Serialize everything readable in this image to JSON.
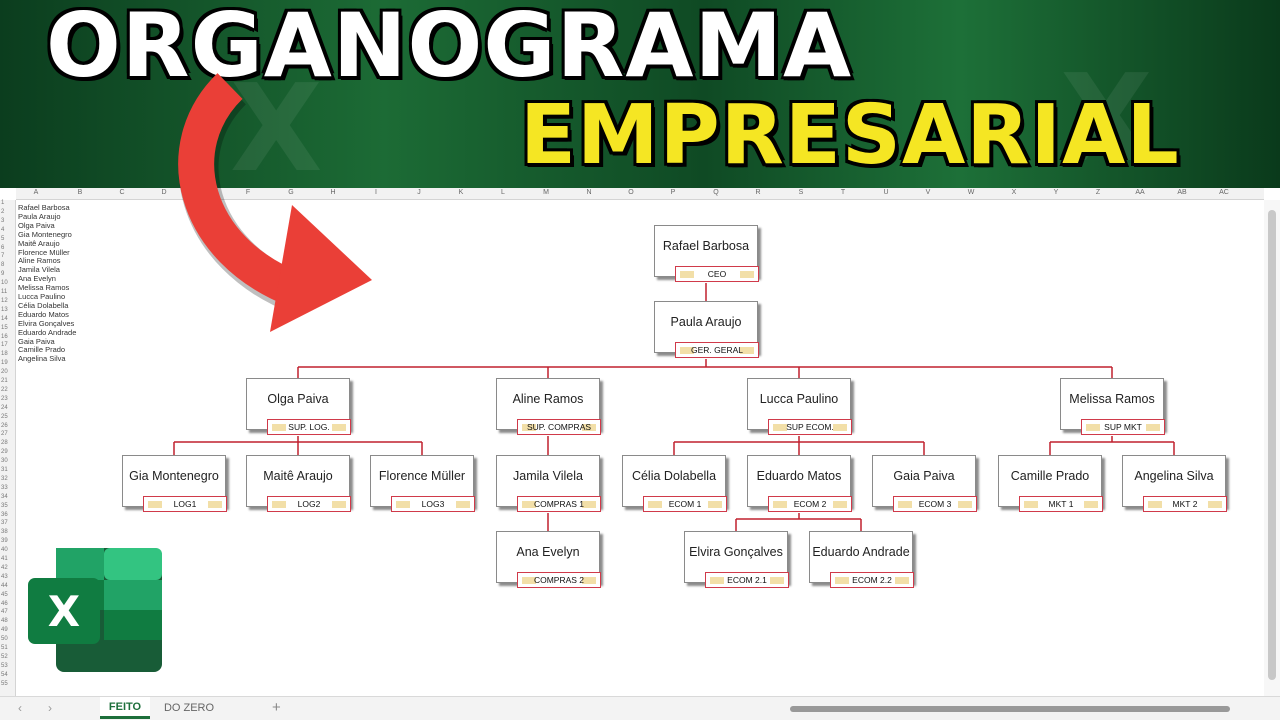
{
  "banner": {
    "line1": "ORGANOGRAMA",
    "line2": "EMPRESARIAL"
  },
  "colors": {
    "line": "#c0202e",
    "accent": "#f5e623",
    "arrow": "#ea3f37",
    "excel": "#1d6f3b"
  },
  "sheet": {
    "columns": [
      "A",
      "B",
      "C",
      "D",
      "E",
      "F",
      "G",
      "H",
      "I",
      "J",
      "K",
      "L",
      "M",
      "N",
      "O",
      "P",
      "Q",
      "R",
      "S",
      "T",
      "U",
      "V",
      "W",
      "X",
      "Y",
      "Z",
      "AA",
      "AB",
      "AC"
    ],
    "names": [
      "Rafael Barbosa",
      "Paula Araujo",
      "Olga Paiva",
      "Gia Montenegro",
      "Maitê Araujo",
      "Florence Müller",
      "Aline Ramos",
      "Jamila Vilela",
      "Ana Evelyn",
      "Melissa Ramos",
      "Lucca Paulino",
      "Célia Dolabella",
      "Eduardo Matos",
      "Elvira Gonçalves",
      "Eduardo Andrade",
      "Gaia Paiva",
      "Camille Prado",
      "Angelina Silva"
    ]
  },
  "org": {
    "ceo": {
      "name": "Rafael Barbosa",
      "role": "CEO"
    },
    "gerente": {
      "name": "Paula Araujo",
      "role": "GER. GERAL"
    },
    "sup_log": {
      "name": "Olga Paiva",
      "role": "SUP. LOG."
    },
    "sup_compras": {
      "name": "Aline Ramos",
      "role": "SUP. COMPRAS"
    },
    "sup_ecom": {
      "name": "Lucca Paulino",
      "role": "SUP ECOM."
    },
    "sup_mkt": {
      "name": "Melissa Ramos",
      "role": "SUP MKT"
    },
    "log1": {
      "name": "Gia Montenegro",
      "role": "LOG1"
    },
    "log2": {
      "name": "Maitê Araujo",
      "role": "LOG2"
    },
    "log3": {
      "name": "Florence Müller",
      "role": "LOG3"
    },
    "compras1": {
      "name": "Jamila Vilela",
      "role": "COMPRAS 1"
    },
    "compras2": {
      "name": "Ana Evelyn",
      "role": "COMPRAS 2"
    },
    "ecom1": {
      "name": "Célia Dolabella",
      "role": "ECOM 1"
    },
    "ecom2": {
      "name": "Eduardo Matos",
      "role": "ECOM 2"
    },
    "ecom3": {
      "name": "Gaia Paiva",
      "role": "ECOM 3"
    },
    "ecom21": {
      "name": "Elvira Gonçalves",
      "role": "ECOM 2.1"
    },
    "ecom22": {
      "name": "Eduardo Andrade",
      "role": "ECOM 2.2"
    },
    "mkt1": {
      "name": "Camille Prado",
      "role": "MKT 1"
    },
    "mkt2": {
      "name": "Angelina Silva",
      "role": "MKT 2"
    }
  },
  "tabs": {
    "tab1": "FEITO",
    "tab2": "DO ZERO",
    "add": "+",
    "prev": "‹",
    "next": "›"
  },
  "icons": {
    "logo": "excel-logo-icon",
    "arrow": "arrow-icon"
  }
}
